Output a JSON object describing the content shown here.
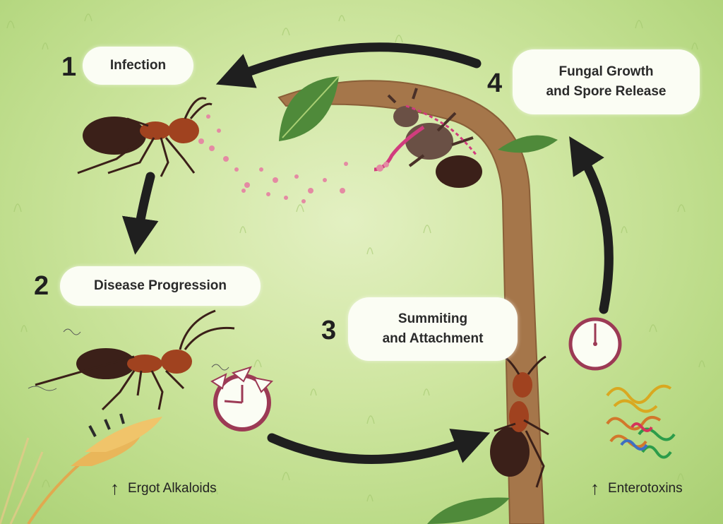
{
  "stages": [
    {
      "number": "1",
      "label": "Infection"
    },
    {
      "number": "2",
      "label": "Disease Progression"
    },
    {
      "number": "3",
      "label": "Summiting\nand Attachment"
    },
    {
      "number": "4",
      "label": "Fungal Growth\nand Spore Release"
    }
  ],
  "annotations": {
    "left": "Ergot Alkaloids",
    "right": "Enterotoxins"
  },
  "icons": [
    "ant-icon",
    "spore-icon",
    "broken-clock-icon",
    "clock-icon",
    "wheat-icon",
    "protein-structure-icon",
    "leaf-icon",
    "arrow-icon"
  ],
  "colors": {
    "background": "#cfe6a1",
    "stem": "#a5764a",
    "leaf": "#4f8a3a",
    "ant_body": "#3b2019",
    "ant_accent": "#a0421f",
    "spore": "#e48aa3",
    "fungus": "#d13c7e",
    "clock_ring": "#9c3a55",
    "arrow": "#1f1f1f"
  }
}
